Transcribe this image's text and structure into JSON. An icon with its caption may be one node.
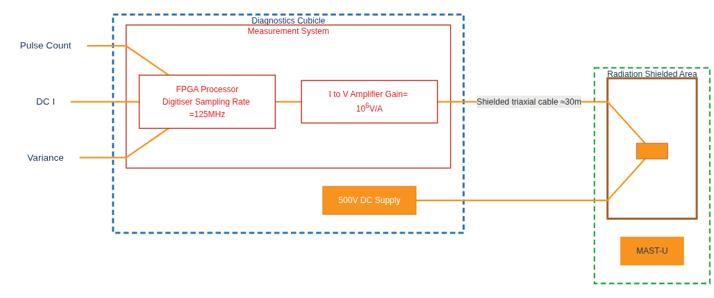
{
  "diagram": {
    "nodes": [
      {
        "text": [
          "Pulse Count"
        ]
      },
      {
        "text": [
          "DC I"
        ]
      },
      {
        "text": [
          "Variance"
        ]
      },
      {
        "text": [
          "Diagnostics Cubicle"
        ]
      },
      {
        "text": [
          "Measurement System"
        ],
        "in": 3
      },
      {
        "text": [
          "FPGA Processor",
          "Digitiser Sampling Rate =125MHz"
        ],
        "in": 4
      },
      {
        "text": [
          "I to V Amplifier Gain= 10$^{6}$V/A"
        ],
        "in": 4
      },
      {
        "text": [
          "500V DC Supply"
        ],
        "in": 3
      },
      {
        "text": [
          "Radiation Shielded Area"
        ]
      },
      {
        "text": [],
        "shape": "box",
        "in": 8
      },
      {
        "text": [],
        "shape": "box",
        "in": 9
      },
      {
        "text": [
          "MAST-U"
        ],
        "in": 8
      }
    ],
    "edges": [
      {
        "from": 0,
        "to": 5,
        "arrow": "none"
      },
      {
        "from": 1,
        "to": 5,
        "arrow": "none"
      },
      {
        "from": 2,
        "to": 5,
        "arrow": "none"
      },
      {
        "from": 5,
        "to": 6,
        "arrow": "none"
      },
      {
        "from": 6,
        "to": 10,
        "arrow": "none",
        "label": "Shielded triaxial cable ≈30m"
      },
      {
        "from": 7,
        "to": 10,
        "arrow": "none"
      }
    ]
  }
}
